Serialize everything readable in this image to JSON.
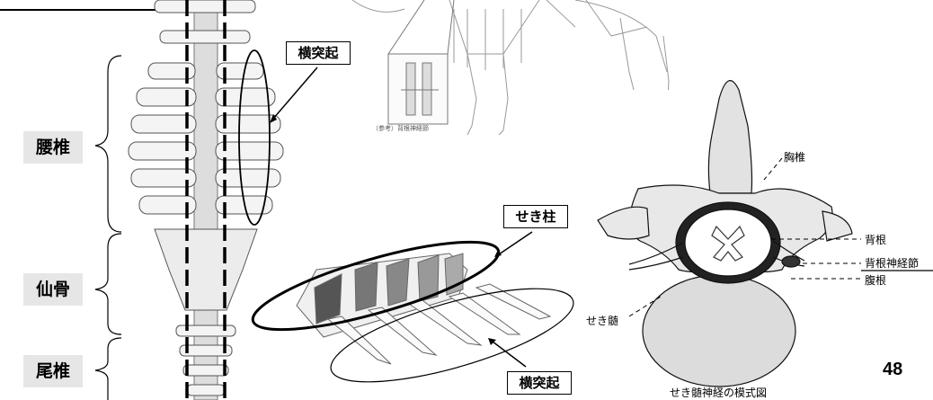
{
  "labels": {
    "lumbar": "腰椎",
    "sacrum": "仙骨",
    "caudal": "尾椎"
  },
  "tags": {
    "transverse_process_top": "横突起",
    "vertebral_column": "せき柱",
    "transverse_process_bottom": "横突起"
  },
  "cross_section": {
    "thoracic_vertebra": "胸椎",
    "dorsal_root": "背根",
    "dorsal_root_ganglion": "背根神経節",
    "ventral_root": "腹根",
    "spinal_cord": "せき髄",
    "caption": "せき髄神経の模式図"
  },
  "inset_caption": "（参考）背根神経節",
  "page_number": "48",
  "colors": {
    "label_bg": "#e6e6e6",
    "line": "#000000"
  }
}
